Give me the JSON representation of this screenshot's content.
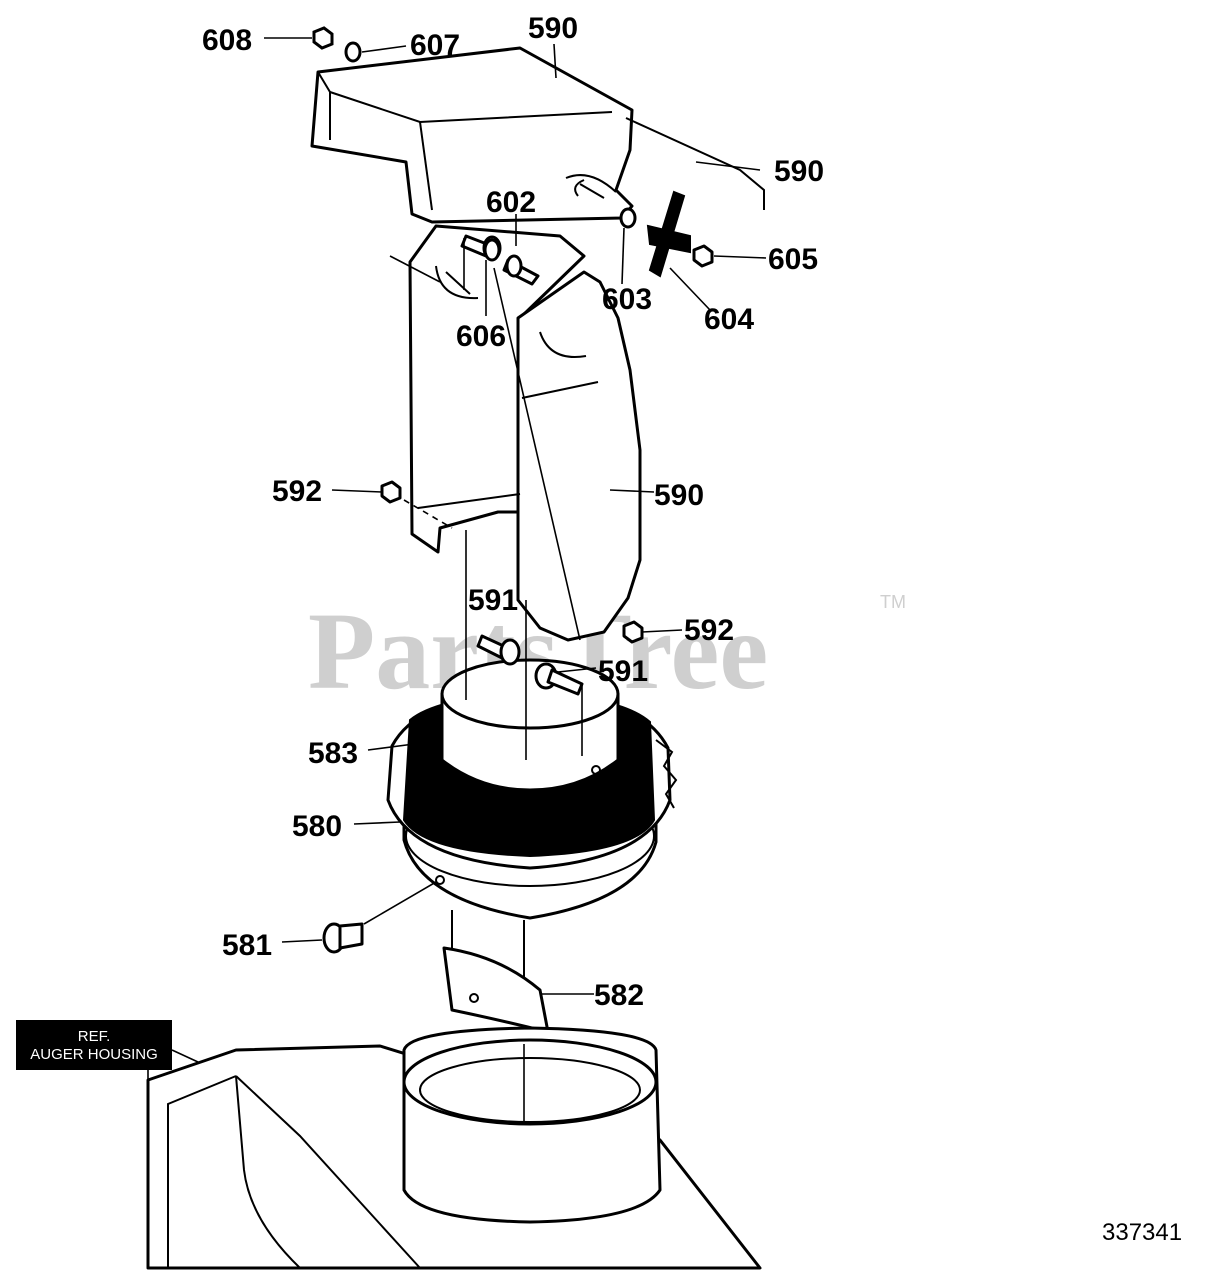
{
  "watermark": {
    "text": "PartsTree",
    "trademark": "TM"
  },
  "reference_label": {
    "line1": "REF.",
    "line2": "AUGER HOUSING"
  },
  "diagram_number": "337341",
  "callouts": {
    "c608": "608",
    "c607": "607",
    "c590_top": "590",
    "c590_rod": "590",
    "c602": "602",
    "c605": "605",
    "c603": "603",
    "c604": "604",
    "c606": "606",
    "c592_left": "592",
    "c590_chute": "590",
    "c591_a": "591",
    "c592_right": "592",
    "c591_b": "591",
    "c583": "583",
    "c580": "580",
    "c581": "581",
    "c582": "582"
  }
}
